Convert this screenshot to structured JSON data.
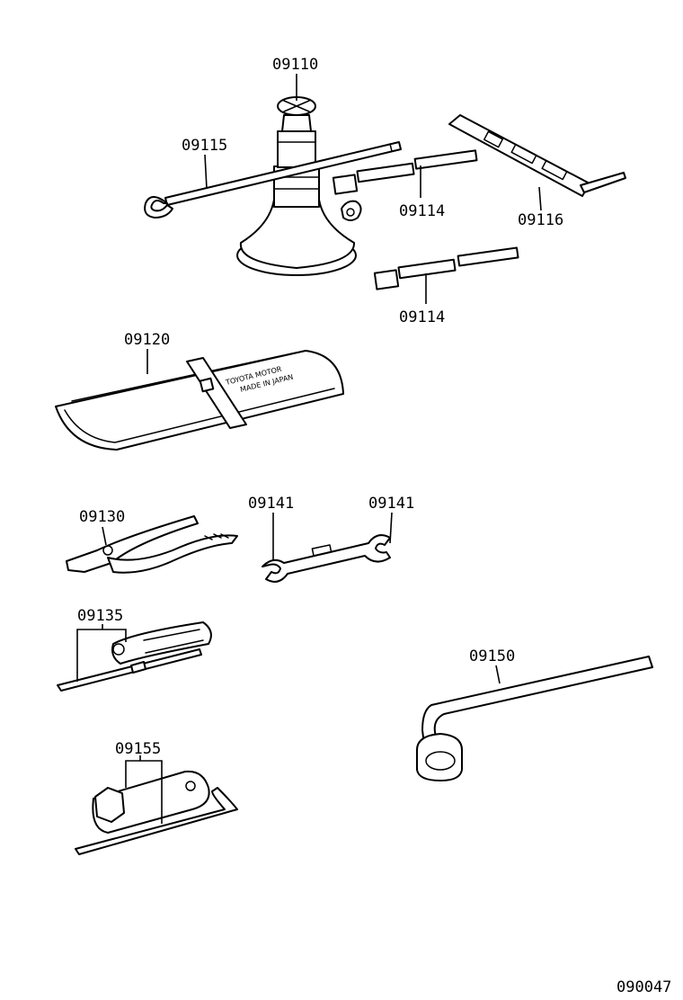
{
  "labels": {
    "jack": "09110",
    "jack_handle": "09115",
    "extension_upper": "09114",
    "extension_lower": "09114",
    "handle_lever": "09116",
    "tool_bag": "09120",
    "pliers": "09130",
    "wrench_left": "09141",
    "wrench_right": "09141",
    "screwdriver": "09135",
    "lug_wrench": "09150",
    "plug_wrench": "09155"
  },
  "bag_print": {
    "line1": "TOYOTA MOTOR",
    "line2": "MADE IN JAPAN"
  },
  "figure_code": "090047"
}
